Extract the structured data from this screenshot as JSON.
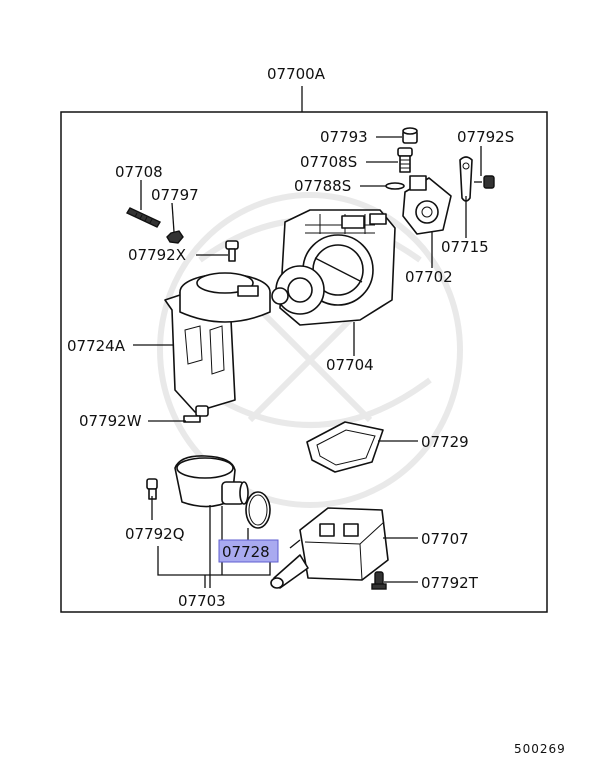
{
  "diagram": {
    "assembly": "07700A",
    "doc_id": "500269",
    "highlight_color": "#a9aaf0",
    "highlighted_part": "07728",
    "labels": {
      "p07793": "07793",
      "p07708S": "07708S",
      "p07788S": "07788S",
      "p07792S": "07792S",
      "p07708": "07708",
      "p07797": "07797",
      "p07792X": "07792X",
      "p07715": "07715",
      "p07702": "07702",
      "p07724A": "07724A",
      "p07704": "07704",
      "p07792W": "07792W",
      "p07729": "07729",
      "p07792Q": "07792Q",
      "p07728": "07728",
      "p07707": "07707",
      "p07792T": "07792T",
      "p07703": "07703"
    }
  }
}
